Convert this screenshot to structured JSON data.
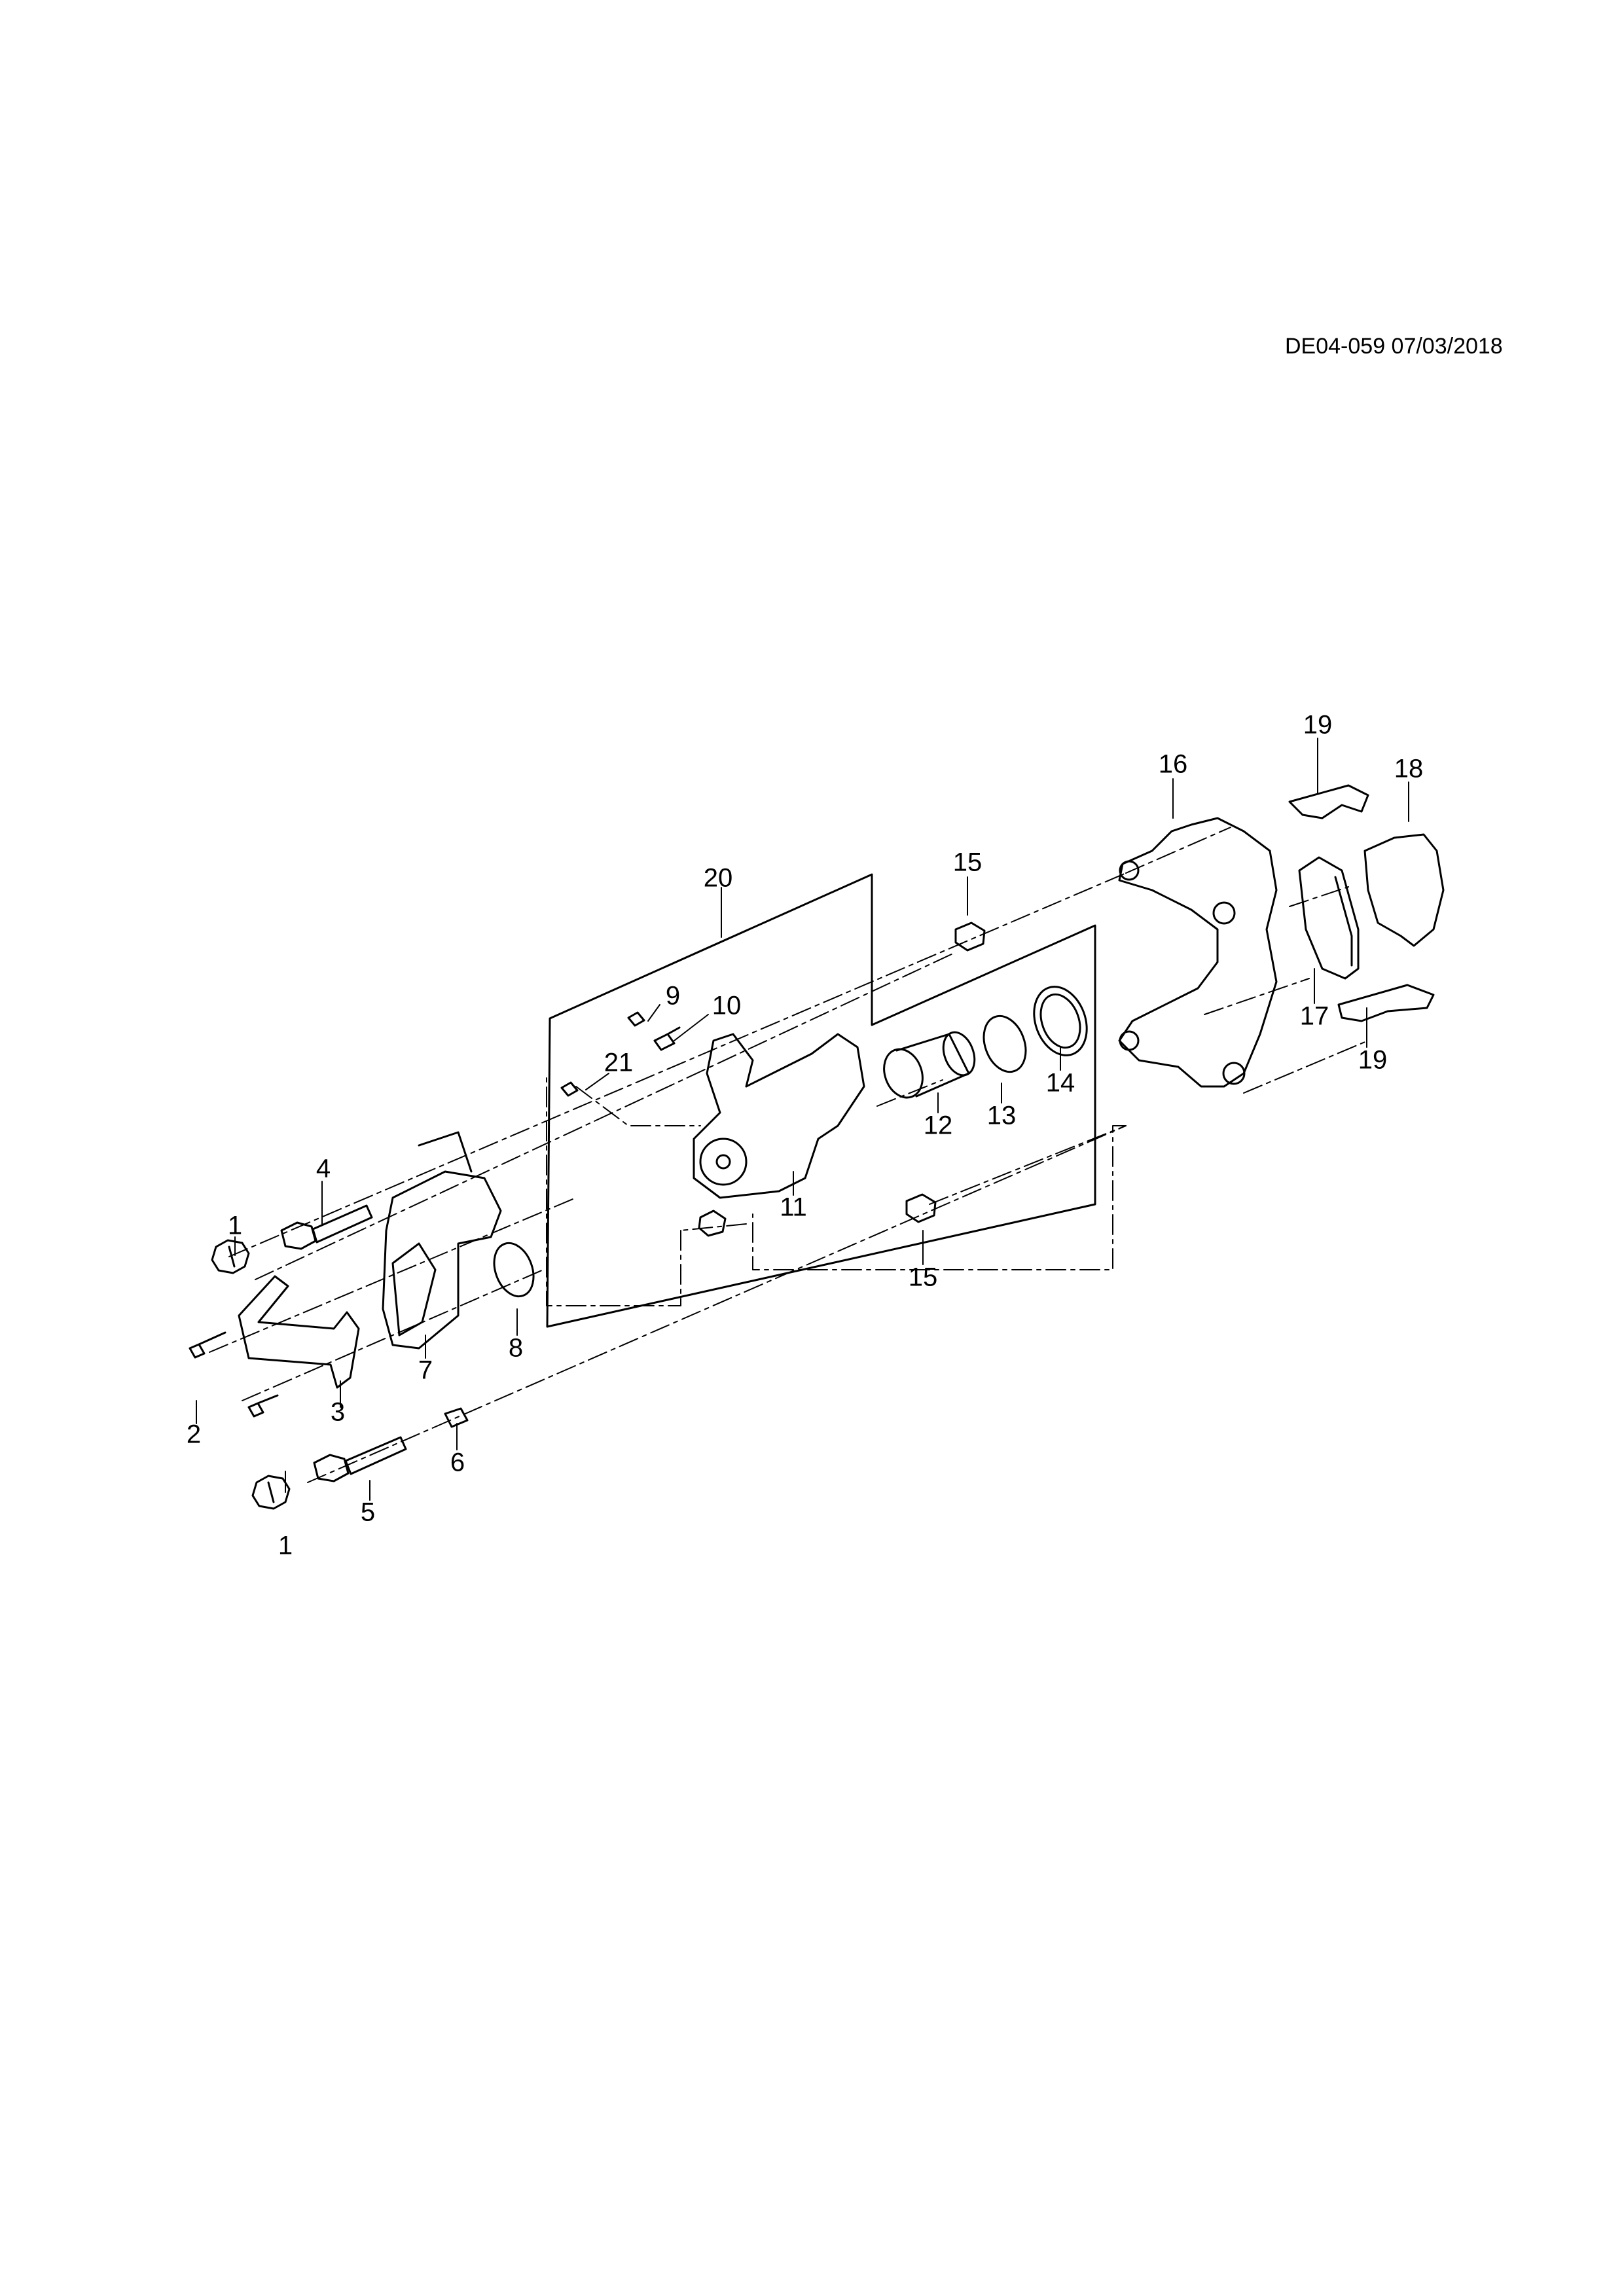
{
  "header": {
    "doc_ref": "DE04-059 07/03/2018"
  },
  "callouts": [
    {
      "id": "c1a",
      "label": "1"
    },
    {
      "id": "c1b",
      "label": "1"
    },
    {
      "id": "c2",
      "label": "2"
    },
    {
      "id": "c3",
      "label": "3"
    },
    {
      "id": "c4",
      "label": "4"
    },
    {
      "id": "c5",
      "label": "5"
    },
    {
      "id": "c6",
      "label": "6"
    },
    {
      "id": "c7",
      "label": "7"
    },
    {
      "id": "c8",
      "label": "8"
    },
    {
      "id": "c9",
      "label": "9"
    },
    {
      "id": "c10",
      "label": "10"
    },
    {
      "id": "c11",
      "label": "11"
    },
    {
      "id": "c12",
      "label": "12"
    },
    {
      "id": "c13",
      "label": "13"
    },
    {
      "id": "c14",
      "label": "14"
    },
    {
      "id": "c15a",
      "label": "15"
    },
    {
      "id": "c15b",
      "label": "15"
    },
    {
      "id": "c16",
      "label": "16"
    },
    {
      "id": "c17",
      "label": "17"
    },
    {
      "id": "c18",
      "label": "18"
    },
    {
      "id": "c19a",
      "label": "19"
    },
    {
      "id": "c19b",
      "label": "19"
    },
    {
      "id": "c20",
      "label": "20"
    },
    {
      "id": "c21",
      "label": "21"
    }
  ]
}
